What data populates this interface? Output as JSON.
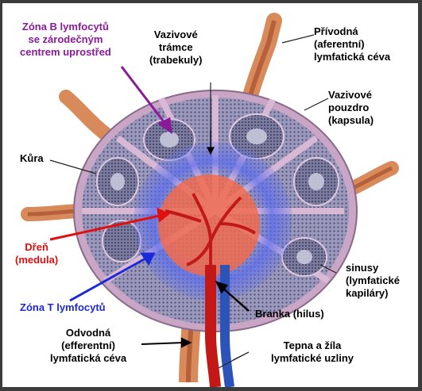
{
  "labels": {
    "zona_b": {
      "line1": "Zóna B lymfocytů",
      "line2": "se zárodečným",
      "line3": "centrem uprostřed",
      "color": "#8a1a9a"
    },
    "trabekuly": {
      "line1": "Vazivové",
      "line2": "trámce",
      "line3": "(trabekuly)"
    },
    "privodna": {
      "line1": "Přívodná",
      "line2": "(aferentní)",
      "line3": "lymfatická céva"
    },
    "pouzdro": {
      "line1": "Vazivové",
      "line2": "pouzdro",
      "line3": "(kapsula)"
    },
    "kura": {
      "line1": "Kůra"
    },
    "dren": {
      "line1": "Dřeň",
      "line2": "(medula)",
      "color": "#e01010"
    },
    "zona_t": {
      "line1": "Zóna T lymfocytů",
      "color": "#1a2ad8"
    },
    "sinusy": {
      "line1": "sinusy",
      "line2": "(lymfatické",
      "line3": "kapiláry)"
    },
    "branka": {
      "line1": "Branka (hilus)"
    },
    "odvodna": {
      "line1": "Odvodná",
      "line2": "(efferentní)",
      "line3": "lymfatická céva"
    },
    "tepna": {
      "line1": "Tepna a žíla",
      "line2": "lymfatické uzliny"
    }
  },
  "colors": {
    "capsule": "#c9a5c6",
    "lobule": "#8d8db0",
    "follicle": "#6e6e8e",
    "t_zone": "#5a6cf0",
    "medulla": "#f06a50",
    "artery": "#c21818",
    "vein": "#2c54b8",
    "vessel": "#d98a5a"
  }
}
